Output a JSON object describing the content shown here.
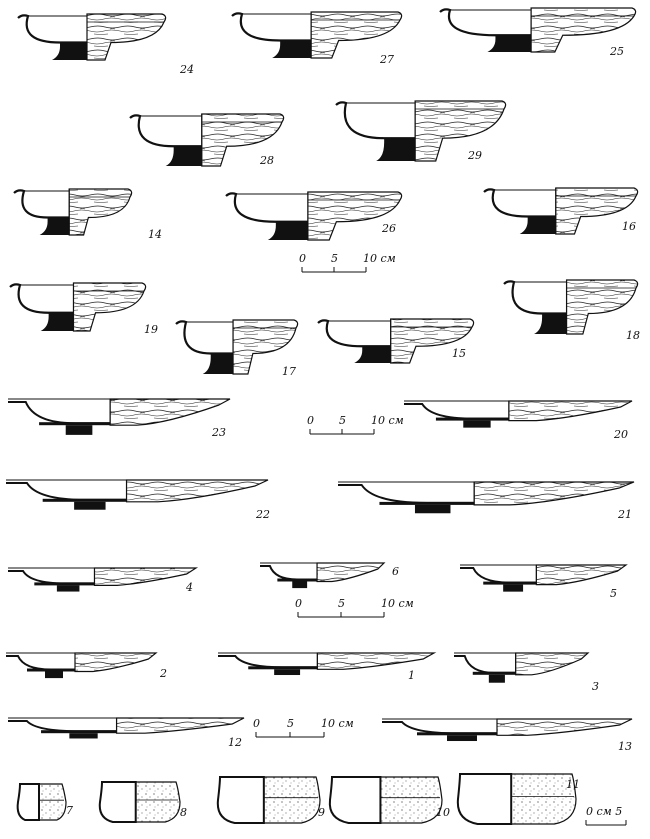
{
  "plate": {
    "vessels": [
      {
        "number": "24",
        "kind": "footed-bowl",
        "w": 150,
        "h": 46
      },
      {
        "number": "27",
        "kind": "footed-bowl",
        "w": 172,
        "h": 46
      },
      {
        "number": "25",
        "kind": "footed-dish",
        "w": 198,
        "h": 44
      },
      {
        "number": "28",
        "kind": "footed-bowl",
        "w": 156,
        "h": 52
      },
      {
        "number": "29",
        "kind": "footed-bowl",
        "w": 172,
        "h": 60
      },
      {
        "number": "14",
        "kind": "footed-bowl",
        "w": 120,
        "h": 46
      },
      {
        "number": "26",
        "kind": "footed-bowl",
        "w": 178,
        "h": 48
      },
      {
        "number": "16",
        "kind": "footed-bowl",
        "w": 156,
        "h": 46
      },
      {
        "number": "19",
        "kind": "footed-bowl",
        "w": 138,
        "h": 48
      },
      {
        "number": "17",
        "kind": "footed-bowl",
        "w": 124,
        "h": 54
      },
      {
        "number": "15",
        "kind": "footed-bowl",
        "w": 158,
        "h": 44
      },
      {
        "number": "18",
        "kind": "footed-bowl",
        "w": 136,
        "h": 54
      },
      {
        "number": "23",
        "kind": "plate",
        "w": 222,
        "h": 44
      },
      {
        "number": "20",
        "kind": "plate",
        "w": 228,
        "h": 32
      },
      {
        "number": "22",
        "kind": "plate",
        "w": 262,
        "h": 36
      },
      {
        "number": "21",
        "kind": "plate",
        "w": 296,
        "h": 38
      },
      {
        "number": "4",
        "kind": "plate",
        "w": 188,
        "h": 28
      },
      {
        "number": "6",
        "kind": "plate",
        "w": 124,
        "h": 30
      },
      {
        "number": "5",
        "kind": "plate",
        "w": 166,
        "h": 32
      },
      {
        "number": "2",
        "kind": "plate",
        "w": 150,
        "h": 30
      },
      {
        "number": "1",
        "kind": "plate",
        "w": 216,
        "h": 26
      },
      {
        "number": "3",
        "kind": "plate",
        "w": 134,
        "h": 36
      },
      {
        "number": "12",
        "kind": "plate",
        "w": 236,
        "h": 24
      },
      {
        "number": "13",
        "kind": "plate",
        "w": 250,
        "h": 26
      },
      {
        "number": "7",
        "kind": "jar",
        "w": 50,
        "h": 36
      },
      {
        "number": "8",
        "kind": "jar",
        "w": 82,
        "h": 40
      },
      {
        "number": "9",
        "kind": "jar",
        "w": 104,
        "h": 46
      },
      {
        "number": "10",
        "kind": "jar",
        "w": 114,
        "h": 46
      },
      {
        "number": "11",
        "kind": "jar",
        "w": 120,
        "h": 50
      }
    ],
    "scale_bars": [
      {
        "labels": [
          "0",
          "5",
          "10 см"
        ]
      },
      {
        "labels": [
          "0",
          "5",
          "10 см"
        ]
      },
      {
        "labels": [
          "0",
          "5",
          "10 см"
        ]
      },
      {
        "labels": [
          "0",
          "5",
          "10 см"
        ]
      },
      {
        "labels": [
          "0 см 5"
        ]
      }
    ]
  }
}
